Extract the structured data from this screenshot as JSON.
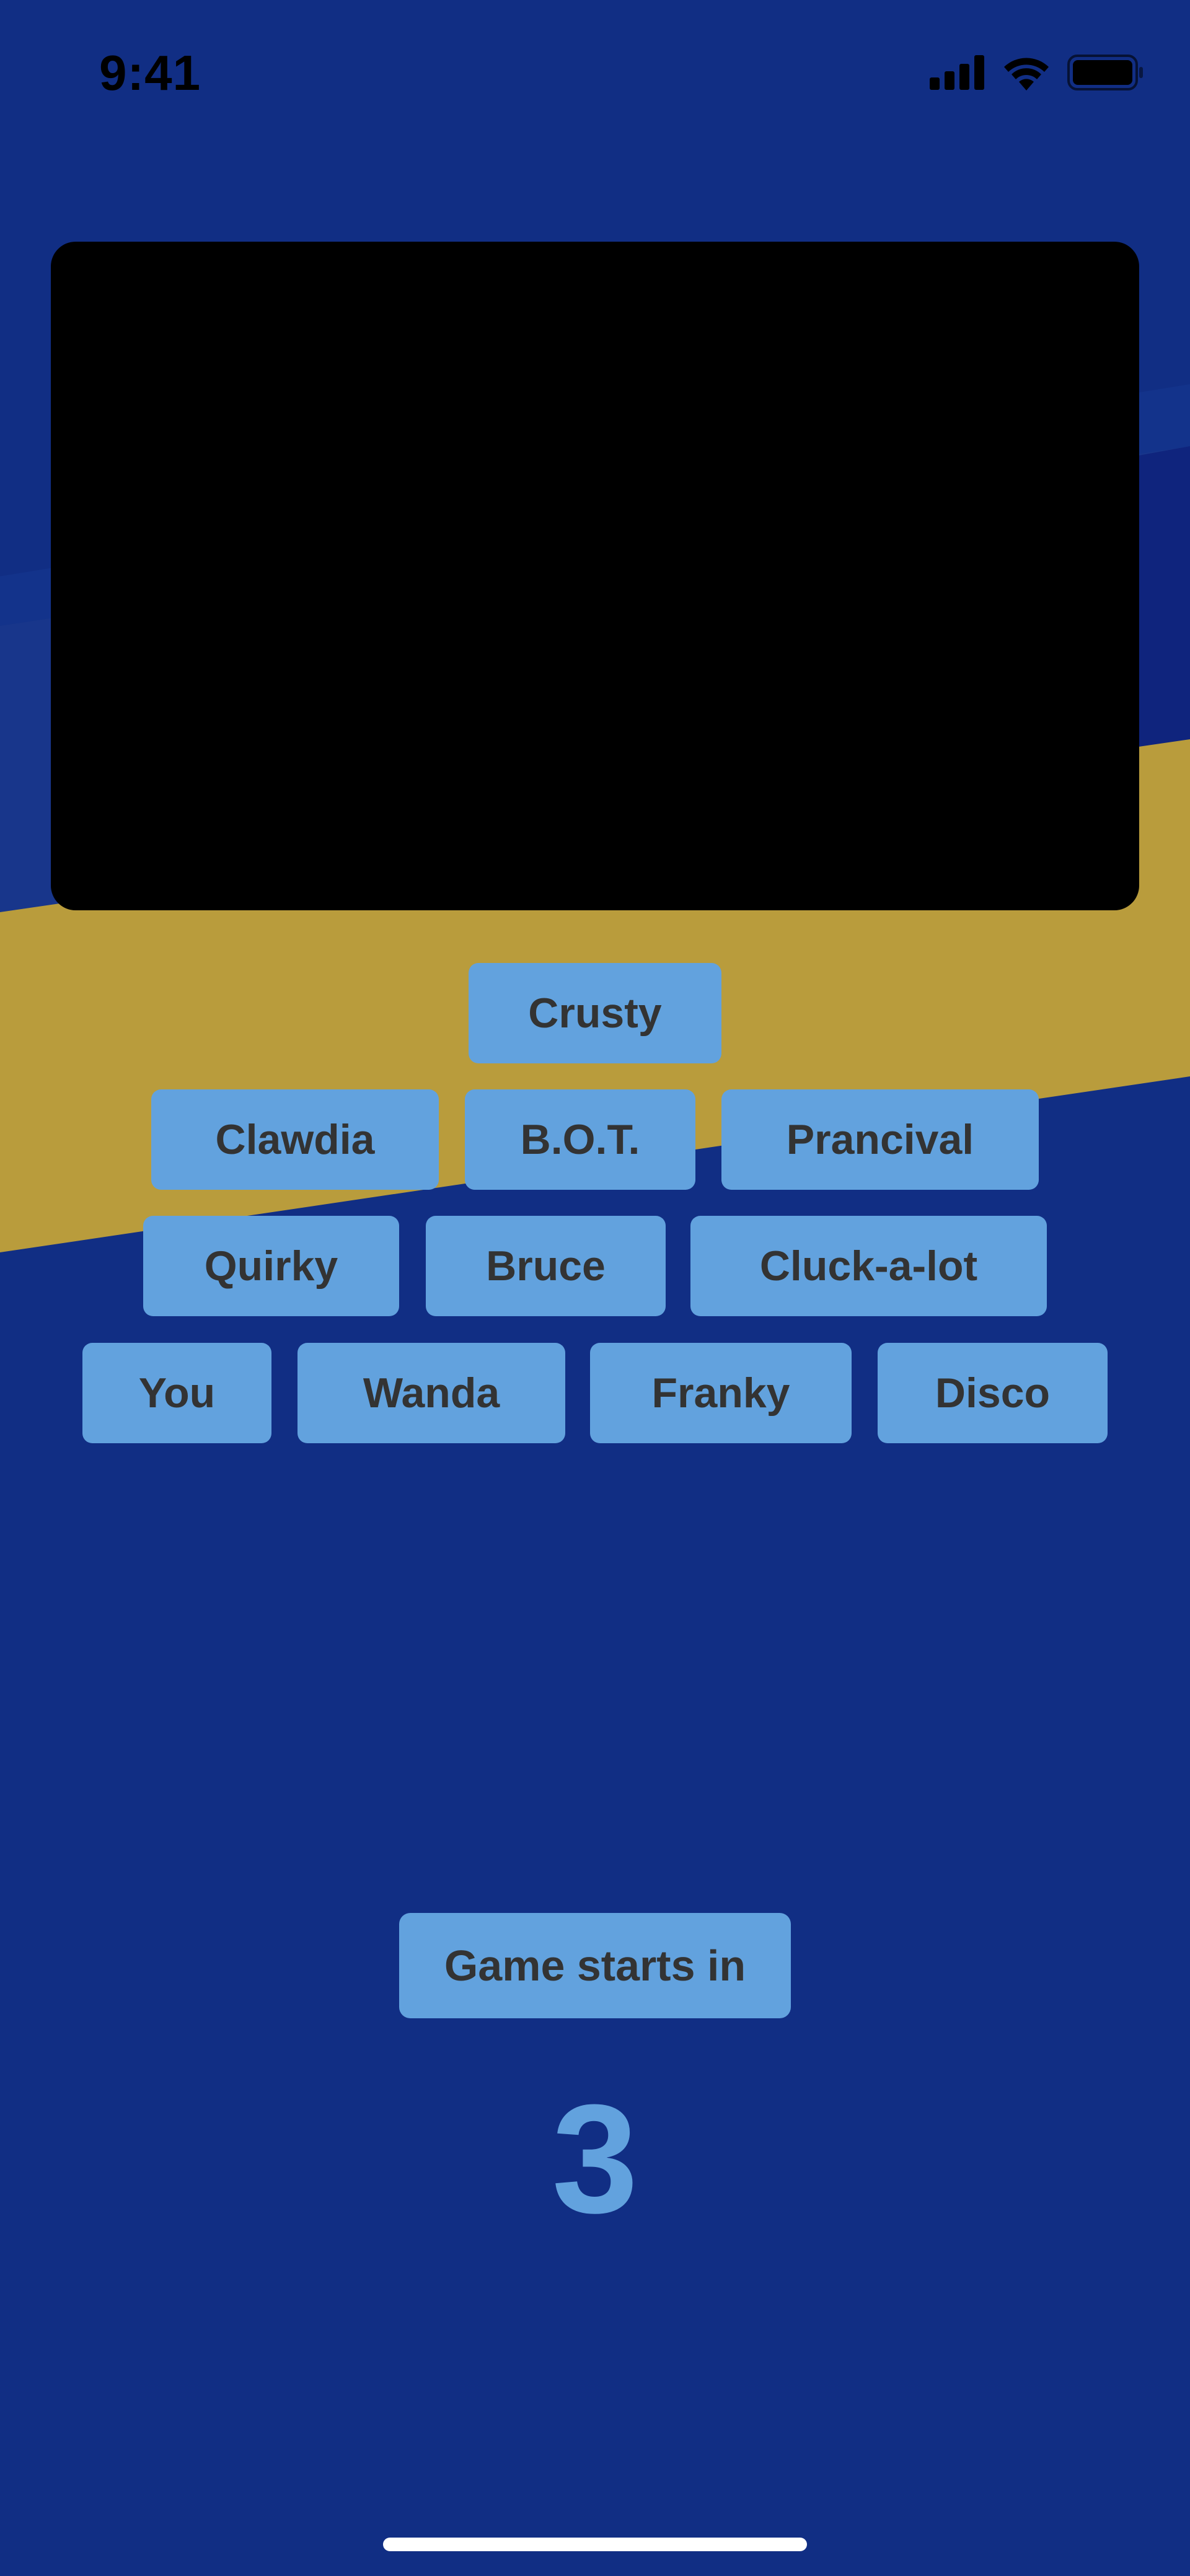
{
  "status_bar": {
    "time": "9:41",
    "icons": [
      "cellular-signal-icon",
      "wifi-icon",
      "battery-icon"
    ]
  },
  "colors": {
    "background": "#112e84",
    "stripe": "#b99c3c",
    "button": "#62a2de",
    "button_text": "#333333"
  },
  "players": [
    [
      "Crusty"
    ],
    [
      "Clawdia",
      "B.O.T.",
      "Prancival"
    ],
    [
      "Quirky",
      "Bruce",
      "Cluck-a-lot"
    ],
    [
      "You",
      "Wanda",
      "Franky",
      "Disco"
    ]
  ],
  "countdown": {
    "label": "Game starts in",
    "value": "3"
  }
}
